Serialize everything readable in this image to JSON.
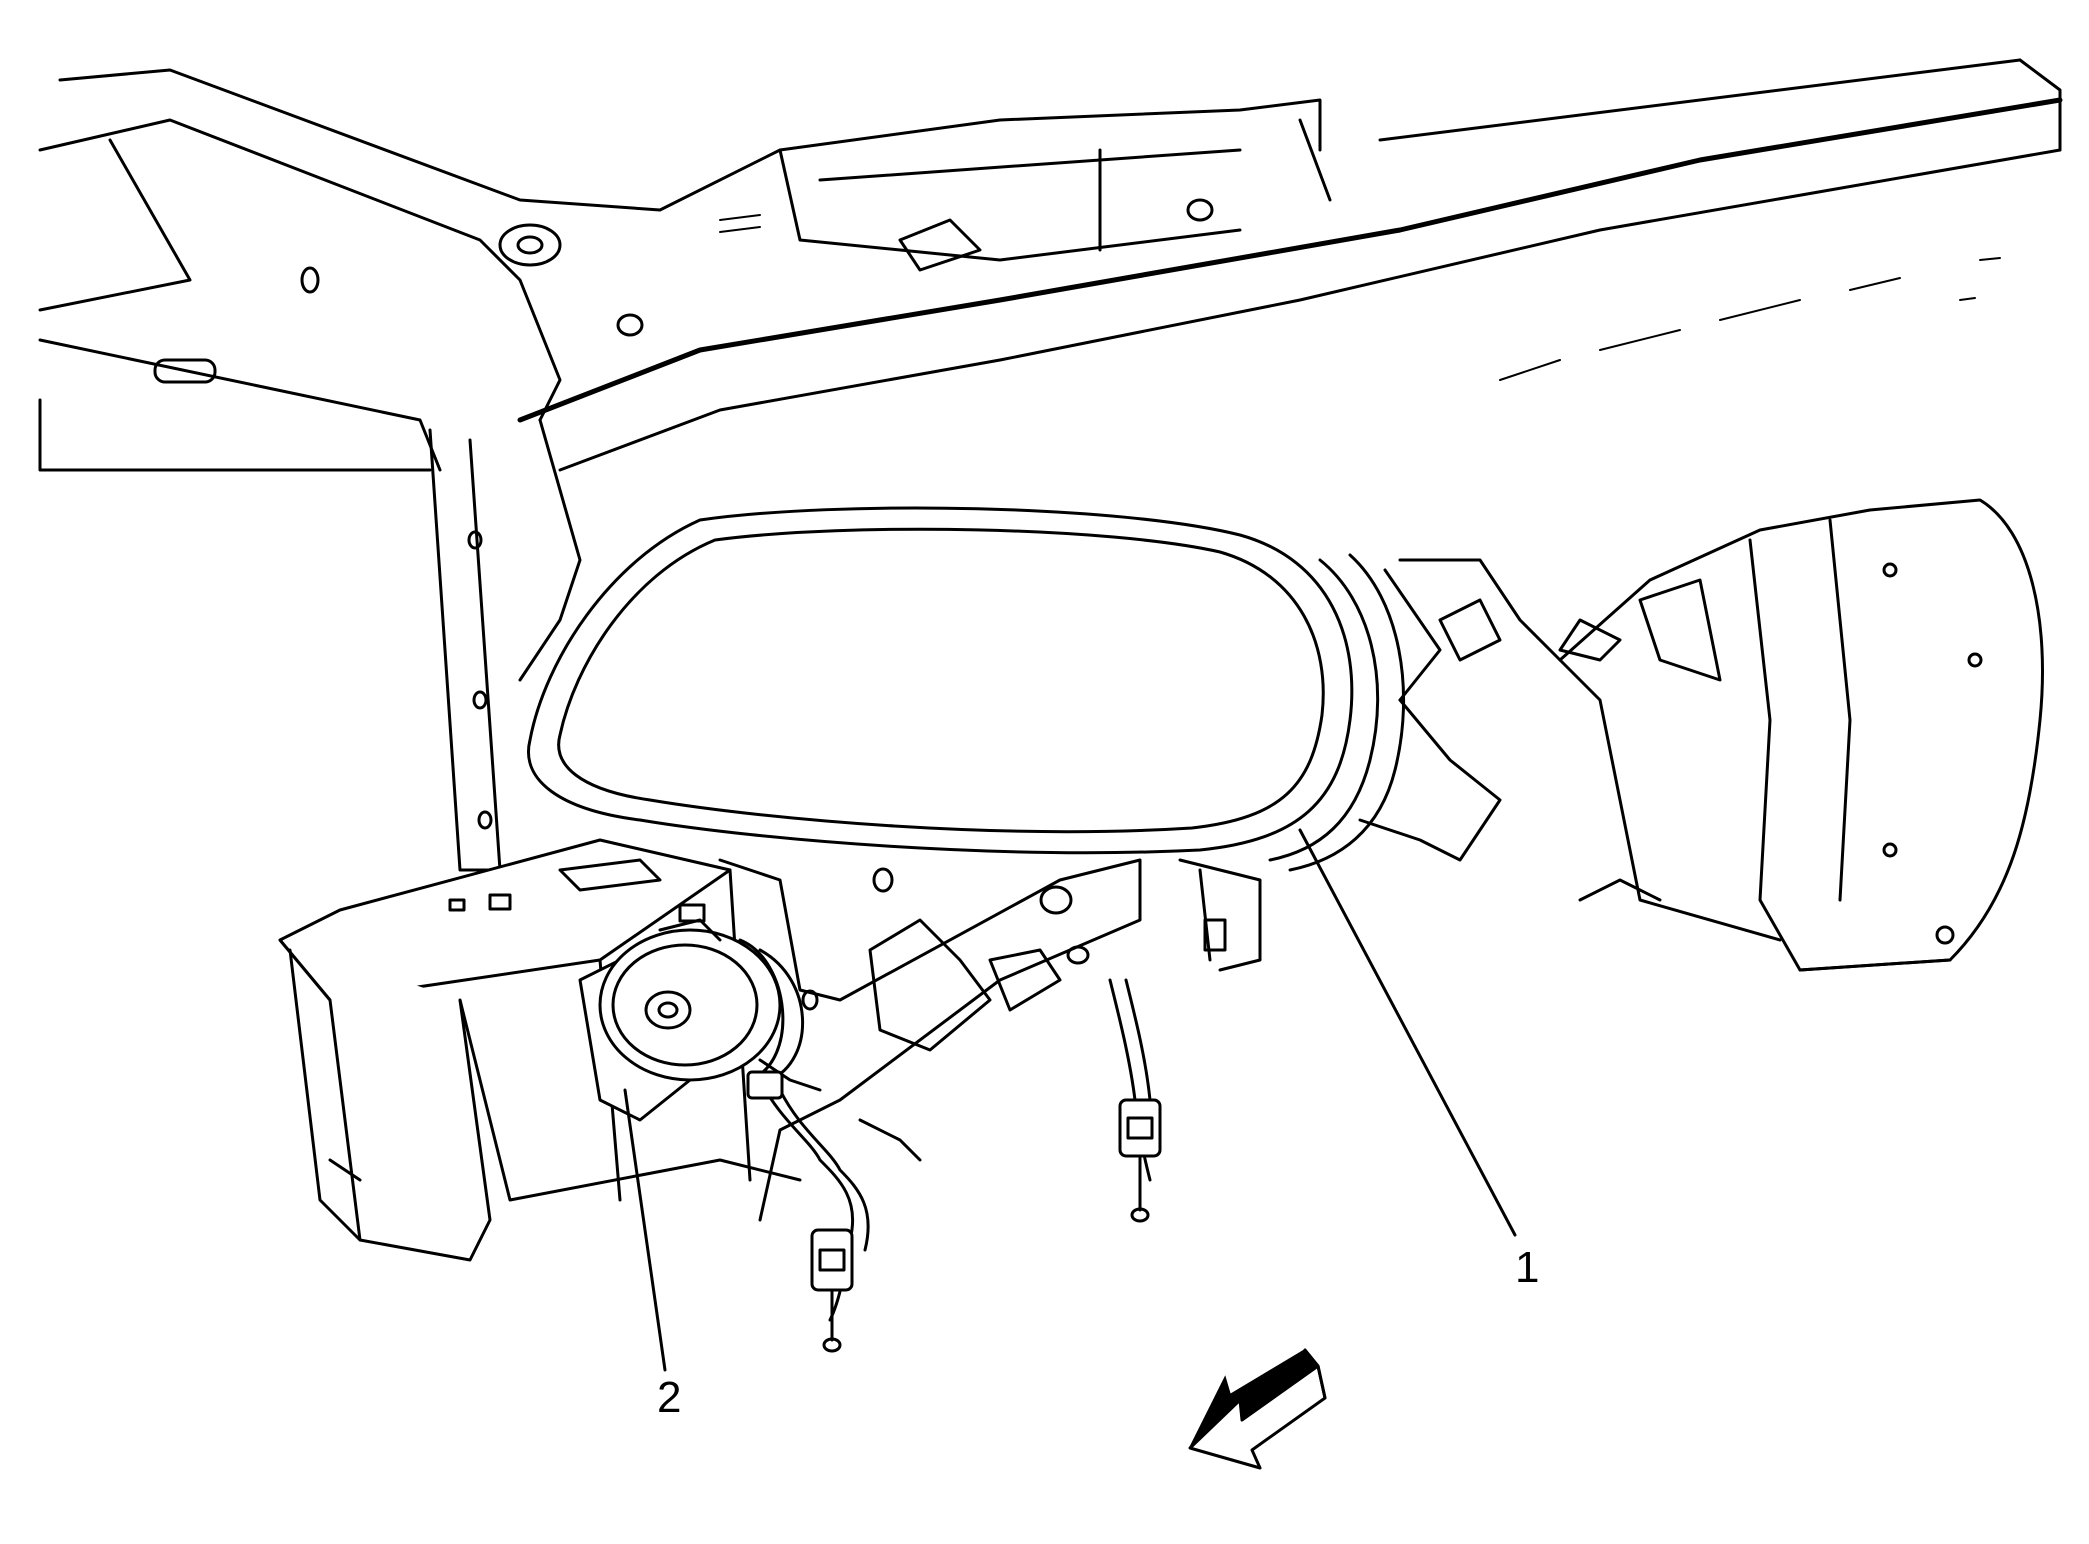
{
  "diagram": {
    "callouts": [
      {
        "id": "1",
        "label": "1"
      },
      {
        "id": "2",
        "label": "2"
      }
    ],
    "colors": {
      "line": "#000000",
      "background": "#ffffff"
    },
    "arrow_icon": "forward-direction-arrow-icon"
  }
}
